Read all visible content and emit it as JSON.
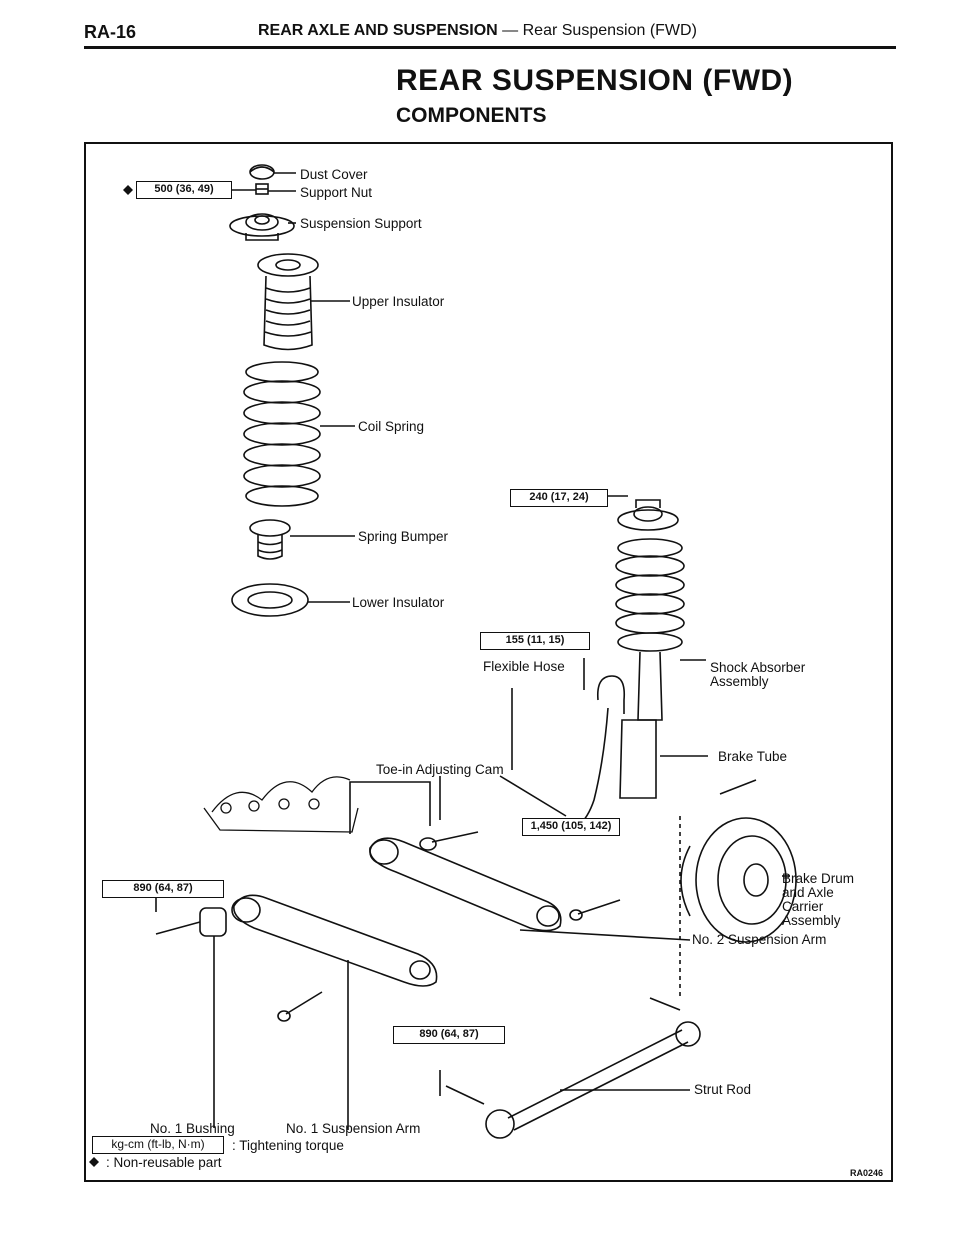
{
  "header": {
    "page_code": "RA-16",
    "section_bold": "REAR AXLE AND SUSPENSION",
    "section_rest": " — Rear Suspension (FWD)"
  },
  "title": "REAR SUSPENSION (FWD)",
  "subtitle": "COMPONENTS",
  "parts": {
    "dust_cover": "Dust Cover",
    "support_nut": "Support Nut",
    "suspension_support": "Suspension Support",
    "upper_insulator": "Upper Insulator",
    "coil_spring": "Coil Spring",
    "spring_bumper": "Spring Bumper",
    "lower_insulator": "Lower Insulator",
    "flexible_hose": "Flexible Hose",
    "shock_absorber_1": "Shock Absorber",
    "shock_absorber_2": "Assembly",
    "brake_tube": "Brake Tube",
    "toe_in_cam": "Toe-in Adjusting Cam",
    "brake_drum_1": "Brake Drum",
    "brake_drum_2": "and Axle",
    "brake_drum_3": "Carrier",
    "brake_drum_4": "Assembly",
    "no2_arm": "No. 2 Suspension Arm",
    "strut_rod": "Strut Rod",
    "no1_bushing": "No. 1 Bushing",
    "no1_arm": "No. 1 Suspension Arm"
  },
  "torques": {
    "support_nut": "500 (36, 49)",
    "strut_top": "240 (17, 24)",
    "flexible_hose": "155 (11, 15)",
    "knuckle_bolt": "1,450 (105, 142)",
    "no1_bushing": "890 (64, 87)",
    "strut_rod": "890 (64, 87)"
  },
  "legend": {
    "unit_box": "kg-cm (ft-lb, N·m)",
    "unit_text": ": Tightening torque",
    "nonreusable_mark": "◆",
    "nonreusable_text": ": Non-reusable part"
  },
  "figure_code": "RA0246"
}
